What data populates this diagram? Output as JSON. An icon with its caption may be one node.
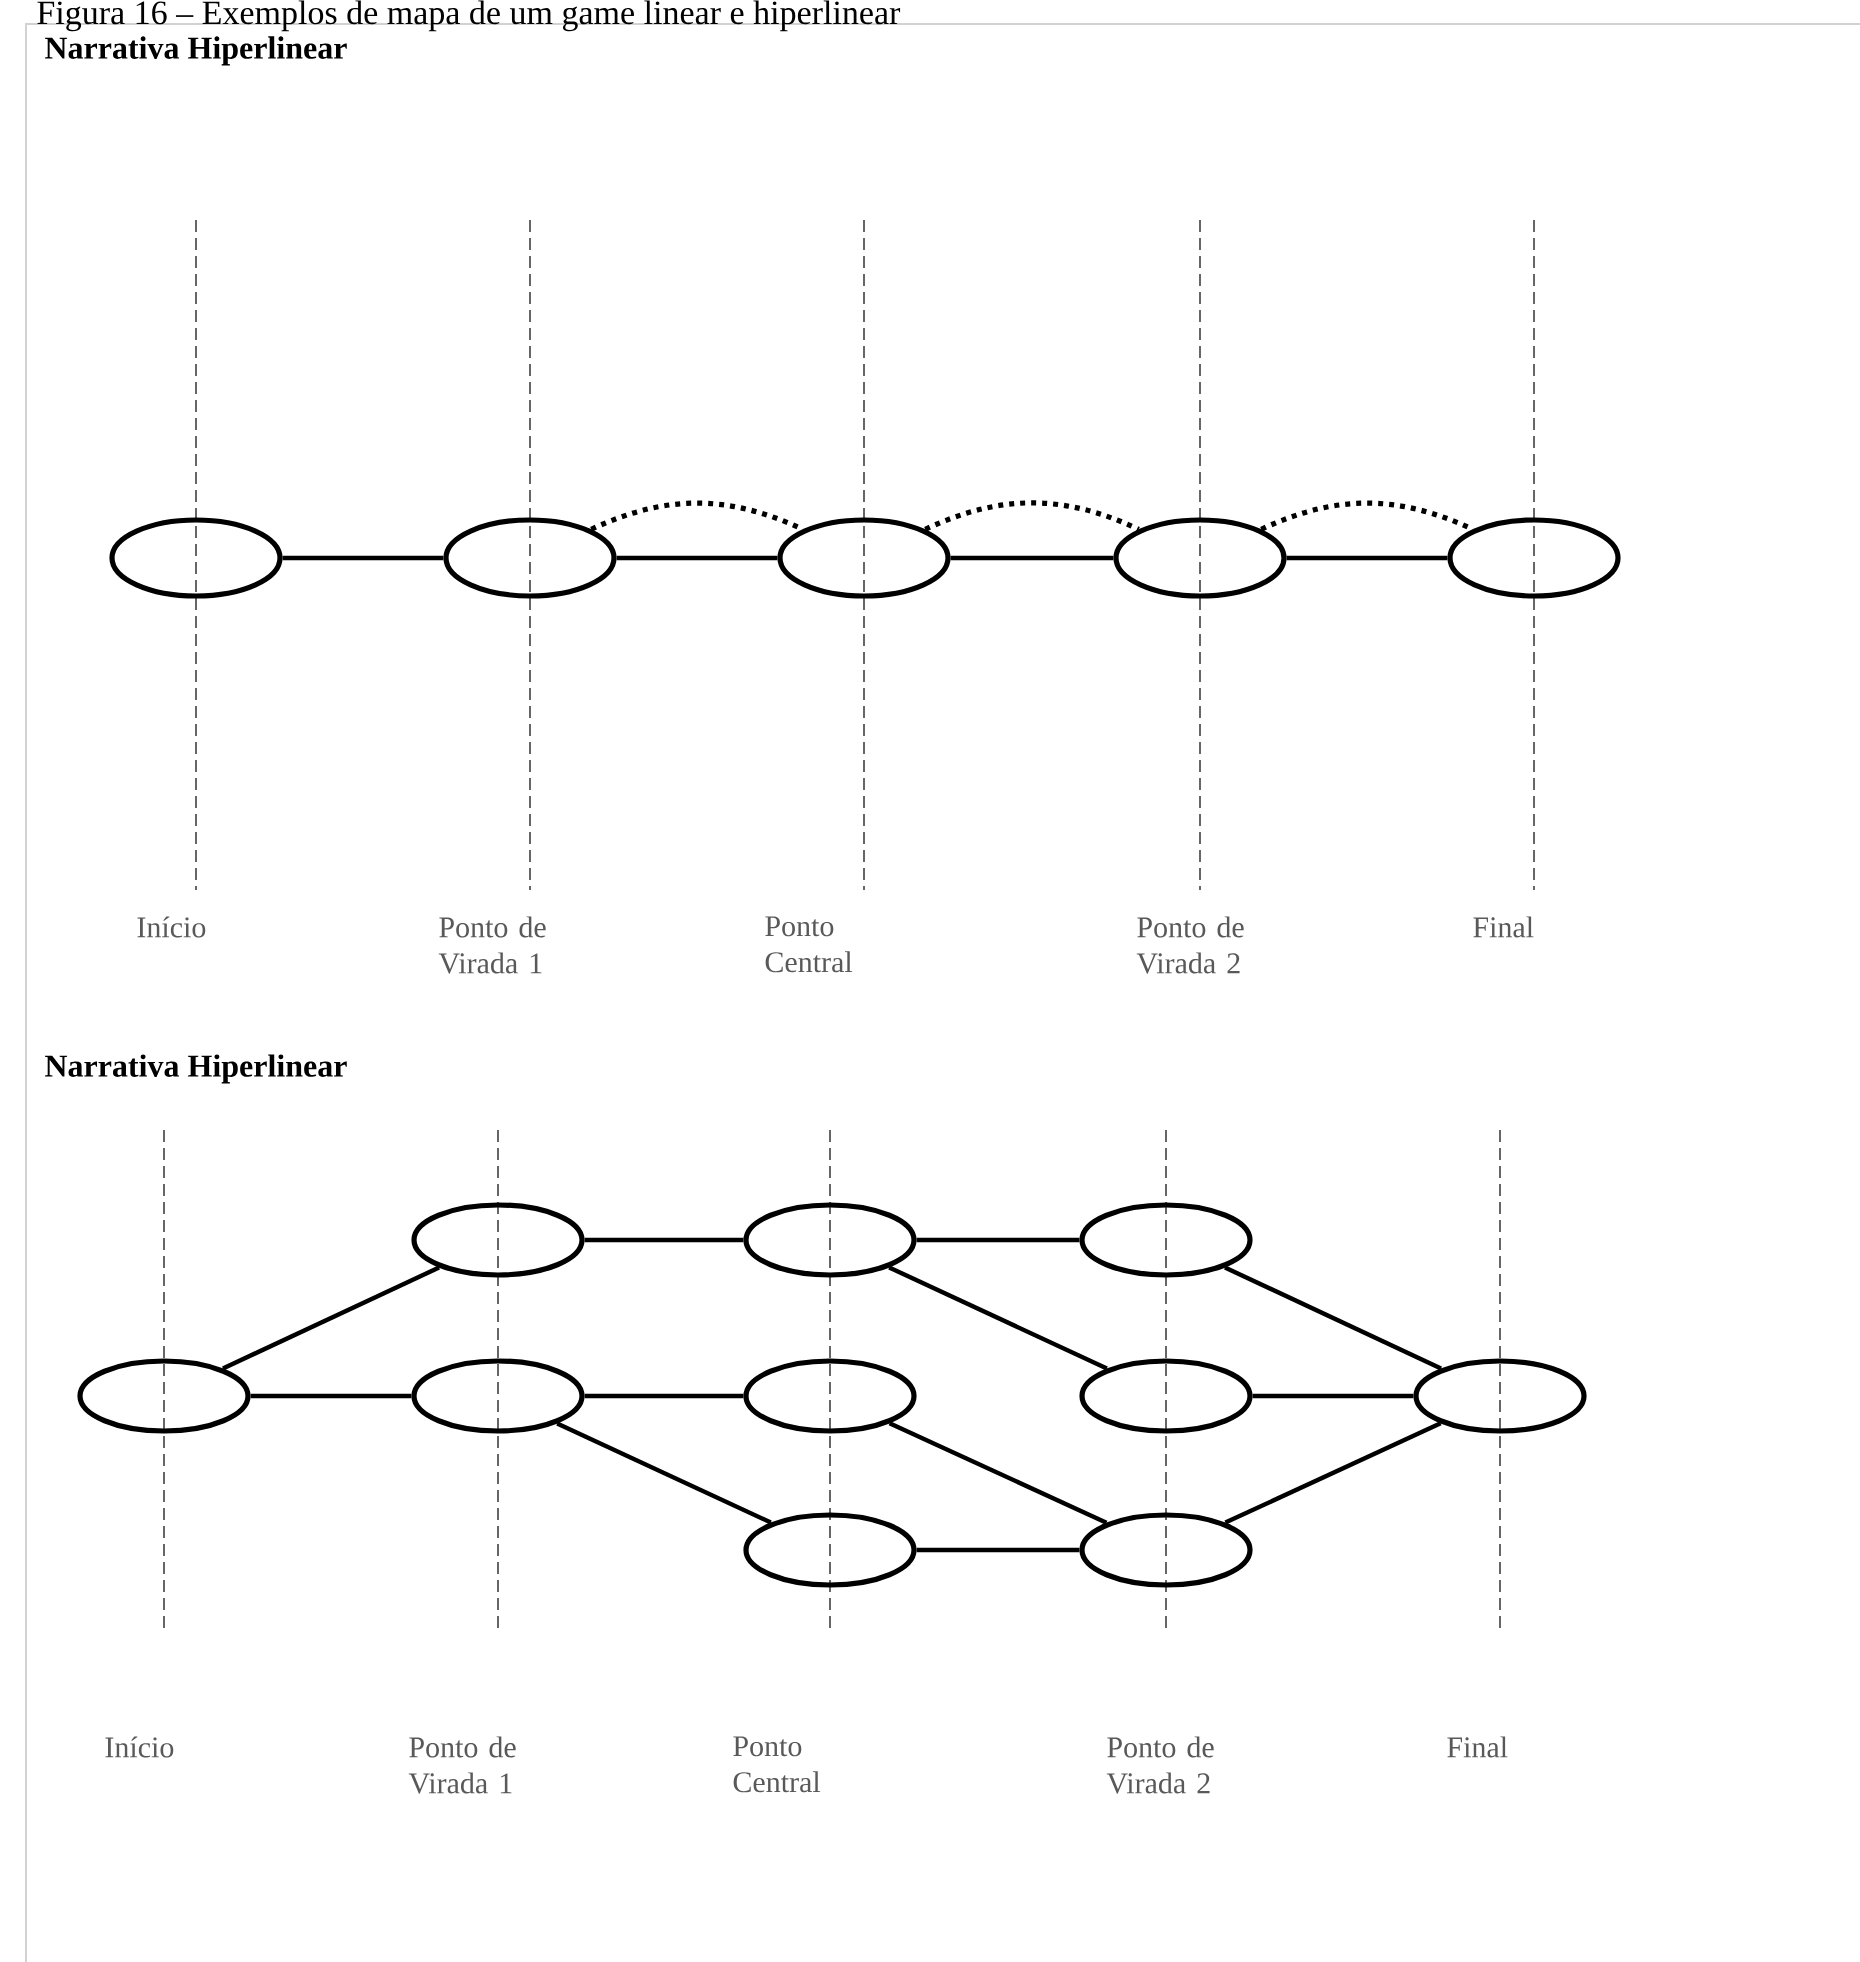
{
  "diagram": {
    "title": "Figura 16 – Exemplos de mapa de um game linear e hiperlinear",
    "nodes": [
      {
        "text": [],
        "shape": "circle"
      },
      {
        "text": [],
        "shape": "circle"
      },
      {
        "text": [],
        "shape": "circle"
      },
      {
        "text": [],
        "shape": "circle"
      },
      {
        "text": [],
        "shape": "circle"
      },
      {
        "text": [],
        "shape": "circle"
      },
      {
        "text": [],
        "shape": "circle"
      },
      {
        "text": [],
        "shape": "circle"
      },
      {
        "text": [],
        "shape": "circle"
      },
      {
        "text": [],
        "shape": "circle"
      },
      {
        "text": [],
        "shape": "circle"
      },
      {
        "text": [],
        "shape": "circle"
      },
      {
        "text": [],
        "shape": "circle"
      },
      {
        "text": [],
        "shape": "circle"
      },
      {
        "text": [],
        "shape": "circle"
      }
    ],
    "edges": [
      {
        "from": 0,
        "to": 1,
        "arrow": "none"
      },
      {
        "from": 1,
        "to": 2,
        "arrow": "none"
      },
      {
        "from": 1,
        "to": 2,
        "arrow": "none",
        "style": "dashed"
      },
      {
        "from": 2,
        "to": 3,
        "arrow": "none"
      },
      {
        "from": 2,
        "to": 3,
        "arrow": "none",
        "style": "dashed"
      },
      {
        "from": 3,
        "to": 4,
        "arrow": "none"
      },
      {
        "from": 3,
        "to": 4,
        "arrow": "none",
        "style": "dashed"
      },
      {
        "from": 5,
        "to": 6,
        "arrow": "none"
      },
      {
        "from": 5,
        "to": 7,
        "arrow": "none"
      },
      {
        "from": 6,
        "to": 8,
        "arrow": "none"
      },
      {
        "from": 7,
        "to": 9,
        "arrow": "none"
      },
      {
        "from": 7,
        "to": 10,
        "arrow": "none"
      },
      {
        "from": 8,
        "to": 11,
        "arrow": "none"
      },
      {
        "from": 8,
        "to": 12,
        "arrow": "none"
      },
      {
        "from": 9,
        "to": 13,
        "arrow": "none"
      },
      {
        "from": 10,
        "to": 13,
        "arrow": "none"
      },
      {
        "from": 11,
        "to": 14,
        "arrow": "none"
      },
      {
        "from": 12,
        "to": 14,
        "arrow": "none"
      },
      {
        "from": 13,
        "to": 14,
        "arrow": "none"
      }
    ],
    "labels": [
      "Narrativa Hiperlinear",
      "Início",
      "Ponto de Virada 1",
      "Ponto Central",
      "Ponto de Virada 2",
      "Final",
      "Narrativa Hiperlinear",
      "Início",
      "Ponto de Virada 1",
      "Ponto Central",
      "Ponto de Virada 2",
      "Final"
    ]
  }
}
